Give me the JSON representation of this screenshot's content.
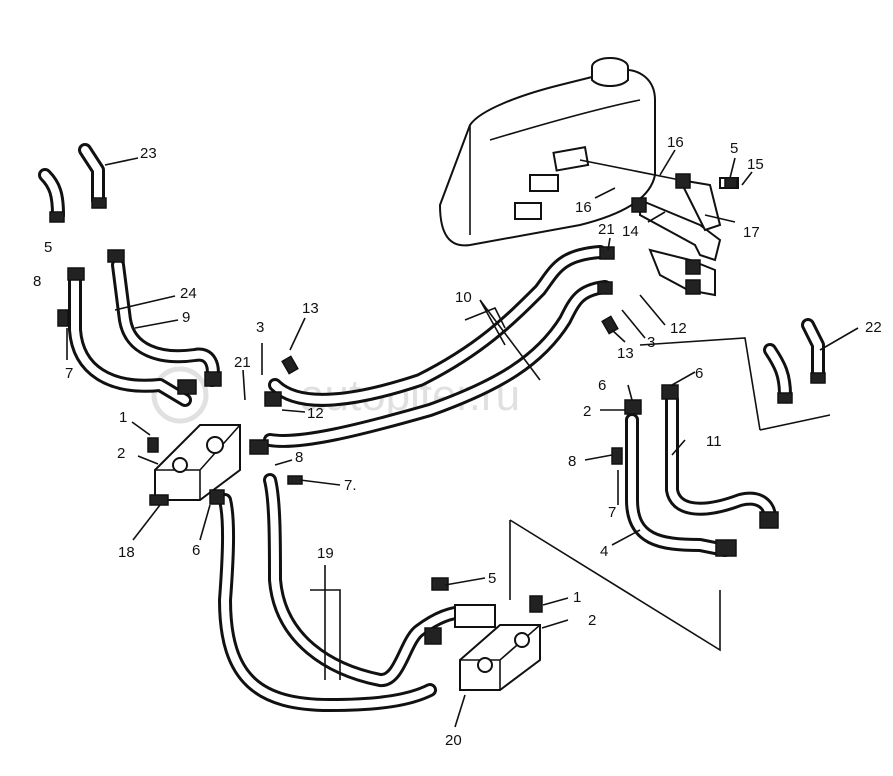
{
  "watermark": {
    "text": "autopiter.ru",
    "color": "#c8c8c8"
  },
  "callouts": [
    {
      "id": "c23",
      "text": "23"
    },
    {
      "id": "c5a",
      "text": "5"
    },
    {
      "id": "c8a",
      "text": "8"
    },
    {
      "id": "c24",
      "text": "24"
    },
    {
      "id": "c9",
      "text": "9"
    },
    {
      "id": "c7a",
      "text": "7"
    },
    {
      "id": "c3a",
      "text": "3"
    },
    {
      "id": "c13a",
      "text": "13"
    },
    {
      "id": "c21a",
      "text": "21"
    },
    {
      "id": "c12a",
      "text": "12"
    },
    {
      "id": "c1a",
      "text": "1"
    },
    {
      "id": "c2a",
      "text": "2"
    },
    {
      "id": "c8b",
      "text": "8"
    },
    {
      "id": "c7b",
      "text": "7."
    },
    {
      "id": "c18",
      "text": "18"
    },
    {
      "id": "c6a",
      "text": "6"
    },
    {
      "id": "c19",
      "text": "19"
    },
    {
      "id": "c5b",
      "text": "5"
    },
    {
      "id": "c1b",
      "text": "1"
    },
    {
      "id": "c2b",
      "text": "2"
    },
    {
      "id": "c20",
      "text": "20"
    },
    {
      "id": "c10",
      "text": "10"
    },
    {
      "id": "c16a",
      "text": "16"
    },
    {
      "id": "c5c",
      "text": "5"
    },
    {
      "id": "c15",
      "text": "15"
    },
    {
      "id": "c16b",
      "text": "16"
    },
    {
      "id": "c21b",
      "text": "21"
    },
    {
      "id": "c14",
      "text": "14"
    },
    {
      "id": "c17",
      "text": "17"
    },
    {
      "id": "c12b",
      "text": "12"
    },
    {
      "id": "c13b",
      "text": "13"
    },
    {
      "id": "c3b",
      "text": "3"
    },
    {
      "id": "c22",
      "text": "22"
    },
    {
      "id": "c6b",
      "text": "6"
    },
    {
      "id": "c6c",
      "text": "6"
    },
    {
      "id": "c2c",
      "text": "2"
    },
    {
      "id": "c11",
      "text": "11"
    },
    {
      "id": "c8c",
      "text": "8"
    },
    {
      "id": "c7c",
      "text": "7"
    },
    {
      "id": "c4",
      "text": "4"
    }
  ]
}
